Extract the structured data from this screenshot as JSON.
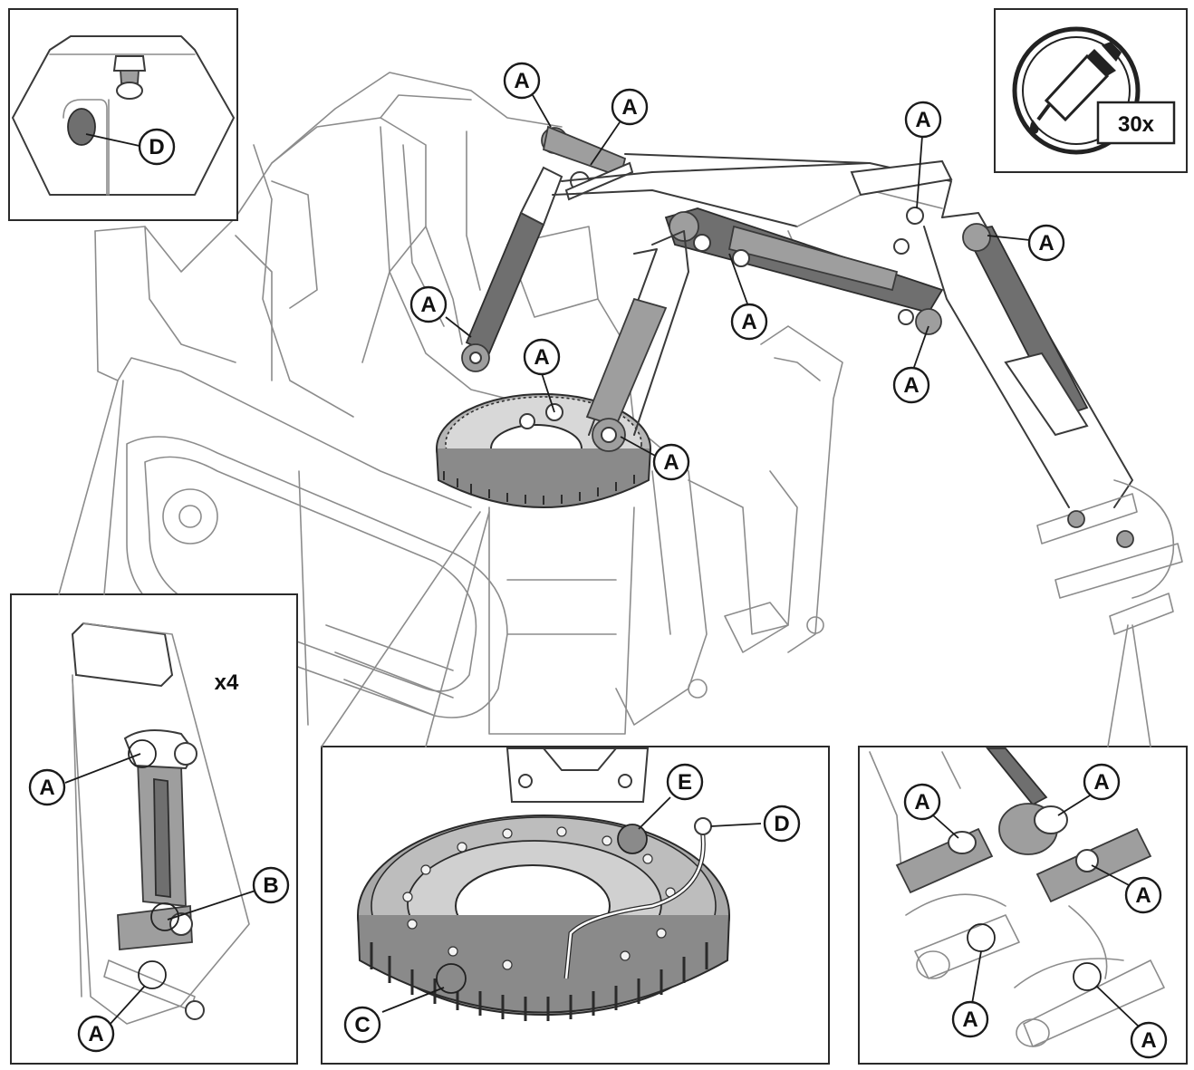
{
  "grease_icon": {
    "icon": "grease-gun-icon",
    "label": "30x"
  },
  "lift_arm_inset": {
    "quantity": "x4"
  },
  "callouts": {
    "point_a": "A",
    "point_b": "B",
    "point_c": "C",
    "point_d": "D",
    "point_e": "E"
  },
  "colors": {
    "line": "#3a3a3a",
    "fill_dark": "#6f6f6f",
    "fill_mid": "#9e9e9e"
  }
}
